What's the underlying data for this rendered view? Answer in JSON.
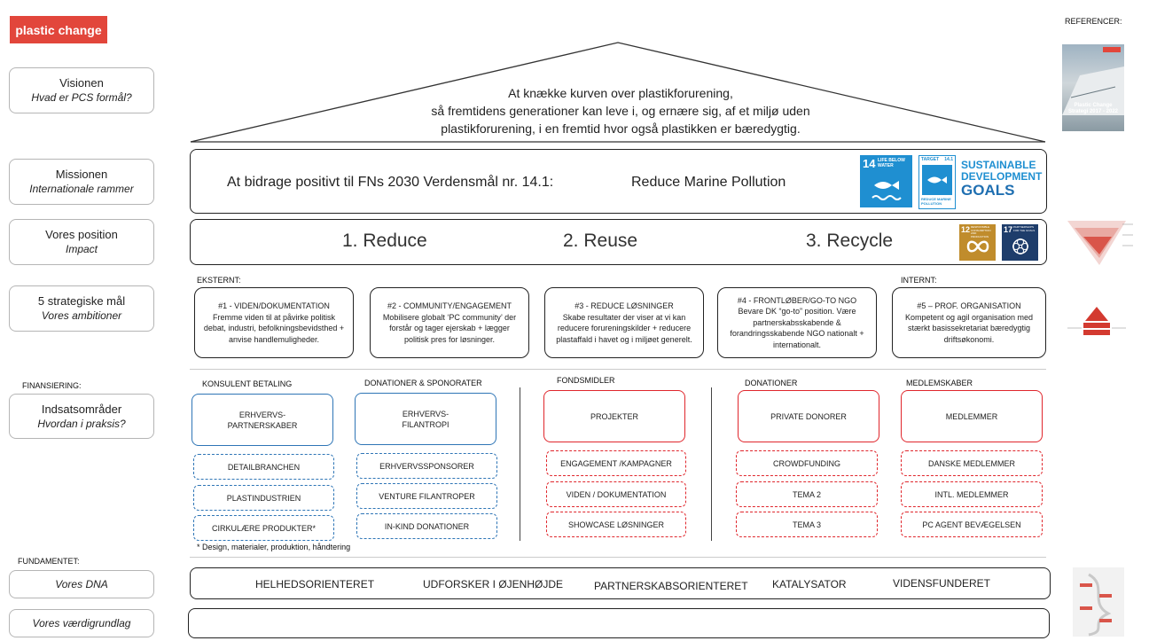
{
  "brand": {
    "logo_text": "plastic change",
    "color": "#e2463b"
  },
  "references": {
    "title": "REFERENCER:",
    "cover_title": "Plastic Change Strategi 2017 - 2022"
  },
  "sidebar": [
    {
      "title": "Visionen",
      "subtitle": "Hvad er PCS formål?"
    },
    {
      "title": "Missionen",
      "subtitle": "Internationale rammer"
    },
    {
      "title": "Vores position",
      "subtitle": "Impact"
    },
    {
      "title": "5 strategiske mål",
      "subtitle": "Vores ambitioner"
    },
    {
      "title": "Indsatsområder",
      "subtitle": "Hvordan i praksis?"
    },
    {
      "title": "",
      "subtitle": "Vores DNA"
    },
    {
      "title": "",
      "subtitle": "Vores værdigrundlag"
    }
  ],
  "section_labels": {
    "financing": "FINANSIERING:",
    "foundation": "FUNDAMENTET:",
    "external": "EKSTERNT:",
    "internal": "INTERNT:"
  },
  "vision": {
    "line1": "At knække kurven over plastikforurening,",
    "line2": "så fremtidens generationer kan leve i, og ernære sig, af et miljø uden",
    "line3": "plastikforurening, i en fremtid hvor også plastikken er bæredygtig."
  },
  "mission": {
    "text": "At bidrage positivt til FNs 2030 Verdensmål nr. 14.1:",
    "goal": "Reduce Marine Pollution",
    "sdg14_number": "14",
    "sdg14_label": "LIFE BELOW WATER",
    "sdg_target": "TARGET",
    "sdg_target_number": "14.1",
    "sdg_target_caption": "REDUCE MARINE POLLUTION",
    "sdg_logo_line1": "SUSTAINABLE",
    "sdg_logo_line2": "DEVELOPMENT",
    "sdg_logo_line3": "GOALS"
  },
  "position": {
    "items": [
      "1. Reduce",
      "2. Reuse",
      "3. Recycle"
    ],
    "sdg12_number": "12",
    "sdg12_label": "RESPONSIBLE CONSUMPTION AND PRODUCTION",
    "sdg17_number": "17",
    "sdg17_label": "PARTNERSHIPS FOR THE GOALS"
  },
  "goals": [
    {
      "title": "#1 - VIDEN/DOKUMENTATION",
      "body": "Fremme viden til at påvirke politisk debat, industri, befolkningsbevidsthed  + anvise handlemuligheder."
    },
    {
      "title": "#2 - COMMUNITY/ENGAGEMENT",
      "body": "Mobilisere globalt ‘PC community’ der forstår og tager ejerskab + lægger politisk pres for løsninger."
    },
    {
      "title": "#3 - REDUCE LØSNINGER",
      "body": "Skabe resultater der viser at vi kan reducere forureningskilder + reducere plastaffald i havet og i miljøet generelt."
    },
    {
      "title": "#4 - FRONTLØBER/GO-TO NGO",
      "body": "Bevare DK “go-to” position. Være partnerskabsskabende & forandringsskabende NGO nationalt + internationalt."
    },
    {
      "title": "#5 – PROF. ORGANISATION",
      "body": "Kompetent og agil organisation med stærkt basissekretariat bæredygtig driftsøkonomi."
    }
  ],
  "funding": [
    {
      "category": "KONSULENT BETALING",
      "main_line1": "ERHVERVS-",
      "main_line2": "PARTNERSKABER",
      "subs": [
        "DETAILBRANCHEN",
        "PLASTINDUSTRIEN",
        "CIRKULÆRE PRODUKTER*"
      ],
      "color": "#2e75b6"
    },
    {
      "category": "DONATIONER & SPONORATER",
      "main_line1": "ERHVERVS-",
      "main_line2": "FILANTROPI",
      "subs": [
        "ERHVERVSSPONSORER",
        "VENTURE FILANTROPER",
        "IN-KIND DONATIONER"
      ],
      "color": "#2e75b6"
    },
    {
      "category": "FONDSMIDLER",
      "main_line1": "PROJEKTER",
      "main_line2": "",
      "subs": [
        "ENGAGEMENT /KAMPAGNER",
        "VIDEN / DOKUMENTATION",
        "SHOWCASE LØSNINGER"
      ],
      "color": "#e0262c"
    },
    {
      "category": "DONATIONER",
      "main_line1": "PRIVATE DONORER",
      "main_line2": "",
      "subs": [
        "CROWDFUNDING",
        "TEMA 2",
        "TEMA 3"
      ],
      "color": "#e0262c"
    },
    {
      "category": "MEDLEMSKABER",
      "main_line1": "MEDLEMMER",
      "main_line2": "",
      "subs": [
        "DANSKE MEDLEMMER",
        "INTL. MEDLEMMER",
        "PC AGENT BEVÆGELSEN"
      ],
      "color": "#e0262c"
    }
  ],
  "footnote": "* Design, materialer, produktion, håndtering",
  "dna": [
    "HELHEDSORIENTERET",
    "UDFORSKER I ØJENHØJDE",
    "PARTNERSKABSORIENTERET",
    "KATALYSATOR",
    "VIDENSFUNDERET"
  ]
}
